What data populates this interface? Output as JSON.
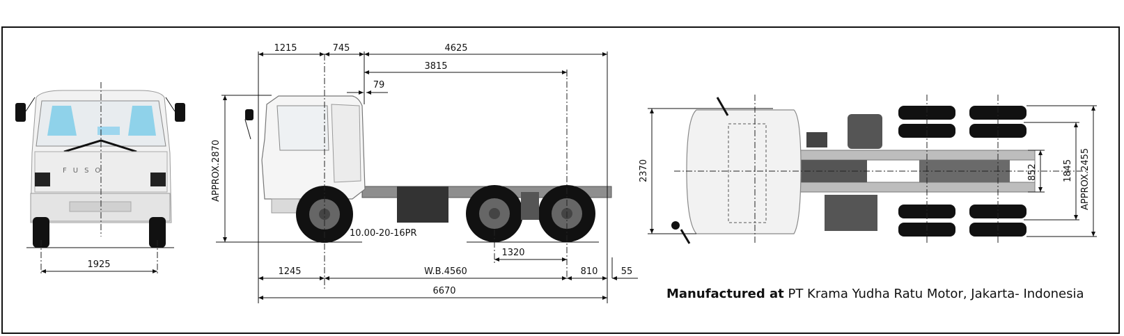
{
  "front_view": {
    "track": "1925",
    "brand": "FUSO"
  },
  "side_view": {
    "front_overhang_top": "1215",
    "cab_offset": "745",
    "body_length": "4625",
    "cab_to_rear_axle": "3815",
    "clearance": "79",
    "height": "APPROX.2870",
    "tire": "10.00-20-16PR",
    "tandem": "1320",
    "front_overhang": "1245",
    "wheelbase": "W.B.4560",
    "rear_overhang": "810",
    "rear_extension": "55",
    "overall_length": "6670"
  },
  "top_view": {
    "cab_width": "2370",
    "frame_width": "852",
    "rear_track": "1845",
    "overall_width": "APPROX.2455"
  },
  "footer": {
    "label": "Manufactured at",
    "text": "PT Krama Yudha Ratu Motor, Jakarta- Indonesia"
  }
}
